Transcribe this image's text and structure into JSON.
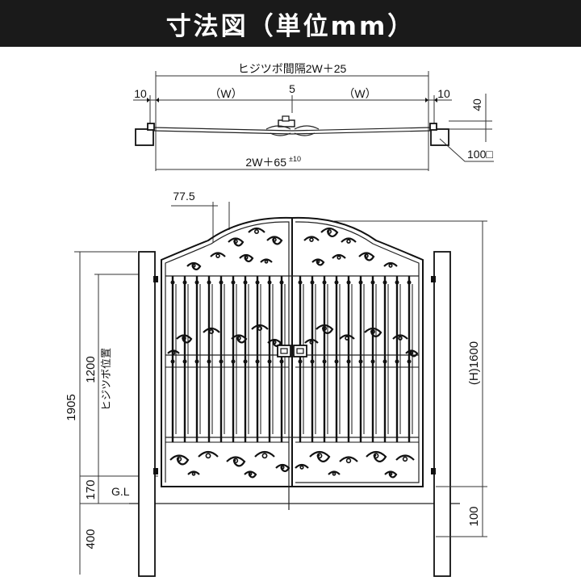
{
  "header": {
    "title": "寸法図（単位mm）"
  },
  "plan_view": {
    "hinge_interval": "ヒジツボ間隔2W＋25",
    "left_edge": "10",
    "right_edge": "10",
    "left_w": "（W）",
    "right_w": "（W）",
    "center_gap": "5",
    "offset": "40",
    "post_size": "100□",
    "total_width": "2W＋65",
    "tolerance": "±10"
  },
  "elevation_view": {
    "arch_offset": "77.5",
    "total_height": "1905",
    "hinge_height": "1200",
    "hinge_label": "ヒジツボ位置",
    "ground_clearance": "170",
    "ground_label": "G.L",
    "embedment": "400",
    "gate_height": "(H)1600",
    "bottom_gap": "100"
  },
  "colors": {
    "header_bg": "#1a1a1a",
    "header_text": "#ffffff",
    "line": "#111111"
  }
}
